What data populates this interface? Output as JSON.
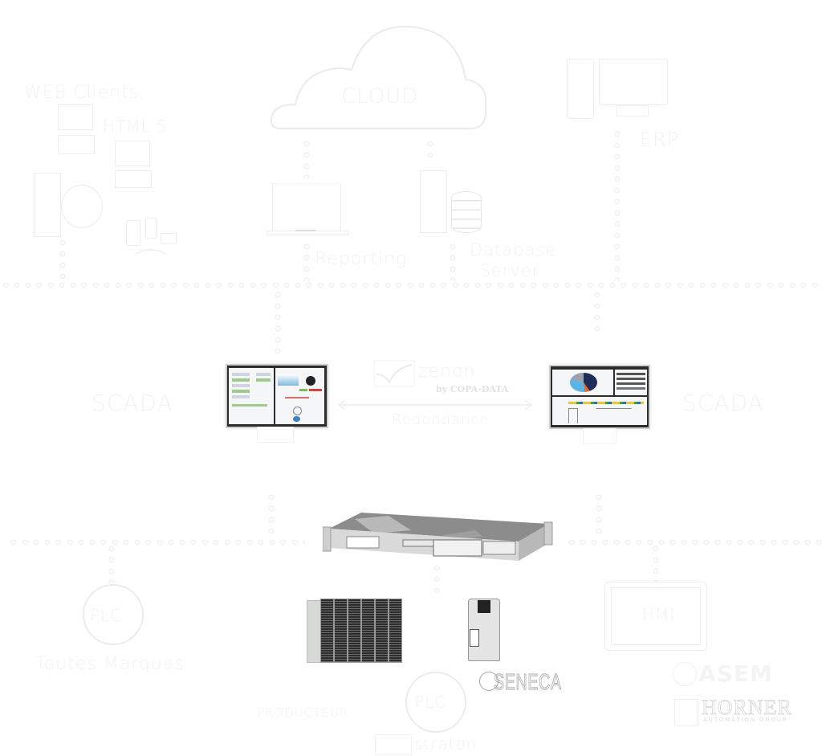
{
  "diagram": {
    "title": "zenon architecture overview",
    "cloud": {
      "label": "CLOUD"
    },
    "top_nodes": [
      {
        "id": "web-clients",
        "label": "WEB Clients",
        "sublabel": "HTML 5"
      },
      {
        "id": "reporting",
        "label": "Reporting"
      },
      {
        "id": "database-server",
        "label": "Database Server"
      },
      {
        "id": "erp",
        "label": "ERP"
      }
    ],
    "center": {
      "logo_name": "zenon",
      "logo_byline": "by COPA-DATA",
      "link_label": "Redondance",
      "left_station": {
        "label": "SCADA"
      },
      "right_station": {
        "label": "SCADA"
      }
    },
    "bottom_nodes": [
      {
        "id": "plc-generic",
        "circle_label": "PLC",
        "caption": "Toutes Marques"
      },
      {
        "id": "plc-straton",
        "circle_label": "PLC",
        "caption": "straton"
      },
      {
        "id": "hmi",
        "label": "HMI"
      }
    ],
    "brands": {
      "io_module_vendor": "PRODUCTEUR",
      "seneca": "SENECA",
      "asem": "ASEM",
      "horner": "HORNER",
      "horner_sub": "AUTOMATION GROUP"
    },
    "colors": {
      "background": "#ffffff",
      "faint_text": "#f2f2f2",
      "dotted_lines": "#ededed",
      "monitor_frame": "#2b2b2b"
    }
  }
}
